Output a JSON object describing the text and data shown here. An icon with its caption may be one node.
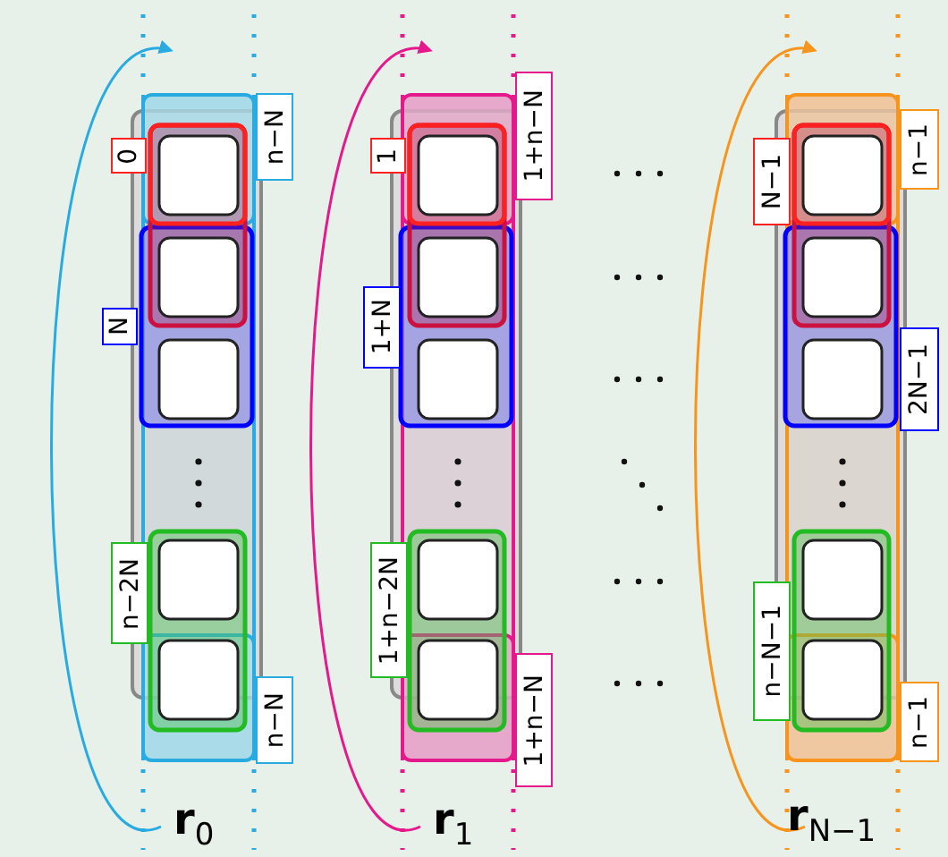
{
  "diagram": {
    "nodes": [
      {
        "text": [
          "0"
        ]
      },
      {
        "text": [
          "n−N"
        ]
      },
      {
        "text": [
          "N"
        ]
      },
      {
        "text": [
          "n−2N"
        ]
      },
      {
        "text": [
          "n−N"
        ]
      },
      {
        "text": [
          "1"
        ]
      },
      {
        "text": [
          "1+n−N"
        ]
      },
      {
        "text": [
          "1+N"
        ]
      },
      {
        "text": [
          "1+n−2N"
        ]
      },
      {
        "text": [
          "1+n−N"
        ]
      },
      {
        "text": [
          "N−1"
        ]
      },
      {
        "text": [
          "n−1"
        ]
      },
      {
        "text": [
          "2N−1"
        ]
      },
      {
        "text": [
          "n−N−1"
        ]
      },
      {
        "text": [
          "n−1"
        ]
      }
    ],
    "labels": [
      "**r**$_{0}$",
      "**r**$_{1}$",
      "**r**$_{N−1}$"
    ]
  }
}
